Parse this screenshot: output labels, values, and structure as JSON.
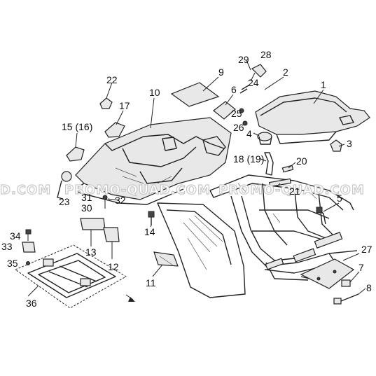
{
  "watermarks": [
    {
      "text": "D.COM"
    },
    {
      "text": "PROMO-QUAD.COM"
    },
    {
      "text": "PROMO-QUAD.COM"
    }
  ],
  "callouts": [
    {
      "id": "1",
      "text": "1"
    },
    {
      "id": "2",
      "text": "2"
    },
    {
      "id": "3",
      "text": "3"
    },
    {
      "id": "4",
      "text": "4"
    },
    {
      "id": "5",
      "text": "5"
    },
    {
      "id": "6",
      "text": "6"
    },
    {
      "id": "7",
      "text": "7"
    },
    {
      "id": "8",
      "text": "8"
    },
    {
      "id": "9",
      "text": "9"
    },
    {
      "id": "10",
      "text": "10"
    },
    {
      "id": "11",
      "text": "11"
    },
    {
      "id": "12",
      "text": "12"
    },
    {
      "id": "13",
      "text": "13"
    },
    {
      "id": "14",
      "text": "14"
    },
    {
      "id": "15",
      "text": "15 (16)"
    },
    {
      "id": "17",
      "text": "17"
    },
    {
      "id": "18",
      "text": "18 (19)"
    },
    {
      "id": "20",
      "text": "20"
    },
    {
      "id": "21",
      "text": "21"
    },
    {
      "id": "22",
      "text": "22"
    },
    {
      "id": "23",
      "text": "23"
    },
    {
      "id": "24",
      "text": "24"
    },
    {
      "id": "25",
      "text": "25"
    },
    {
      "id": "26",
      "text": "26"
    },
    {
      "id": "27",
      "text": "27"
    },
    {
      "id": "28",
      "text": "28"
    },
    {
      "id": "29",
      "text": "29"
    },
    {
      "id": "30",
      "text": "30"
    },
    {
      "id": "31",
      "text": "31"
    },
    {
      "id": "32",
      "text": "32"
    },
    {
      "id": "33",
      "text": "33"
    },
    {
      "id": "34",
      "text": "34"
    },
    {
      "id": "35",
      "text": "35"
    },
    {
      "id": "36",
      "text": "36"
    }
  ]
}
